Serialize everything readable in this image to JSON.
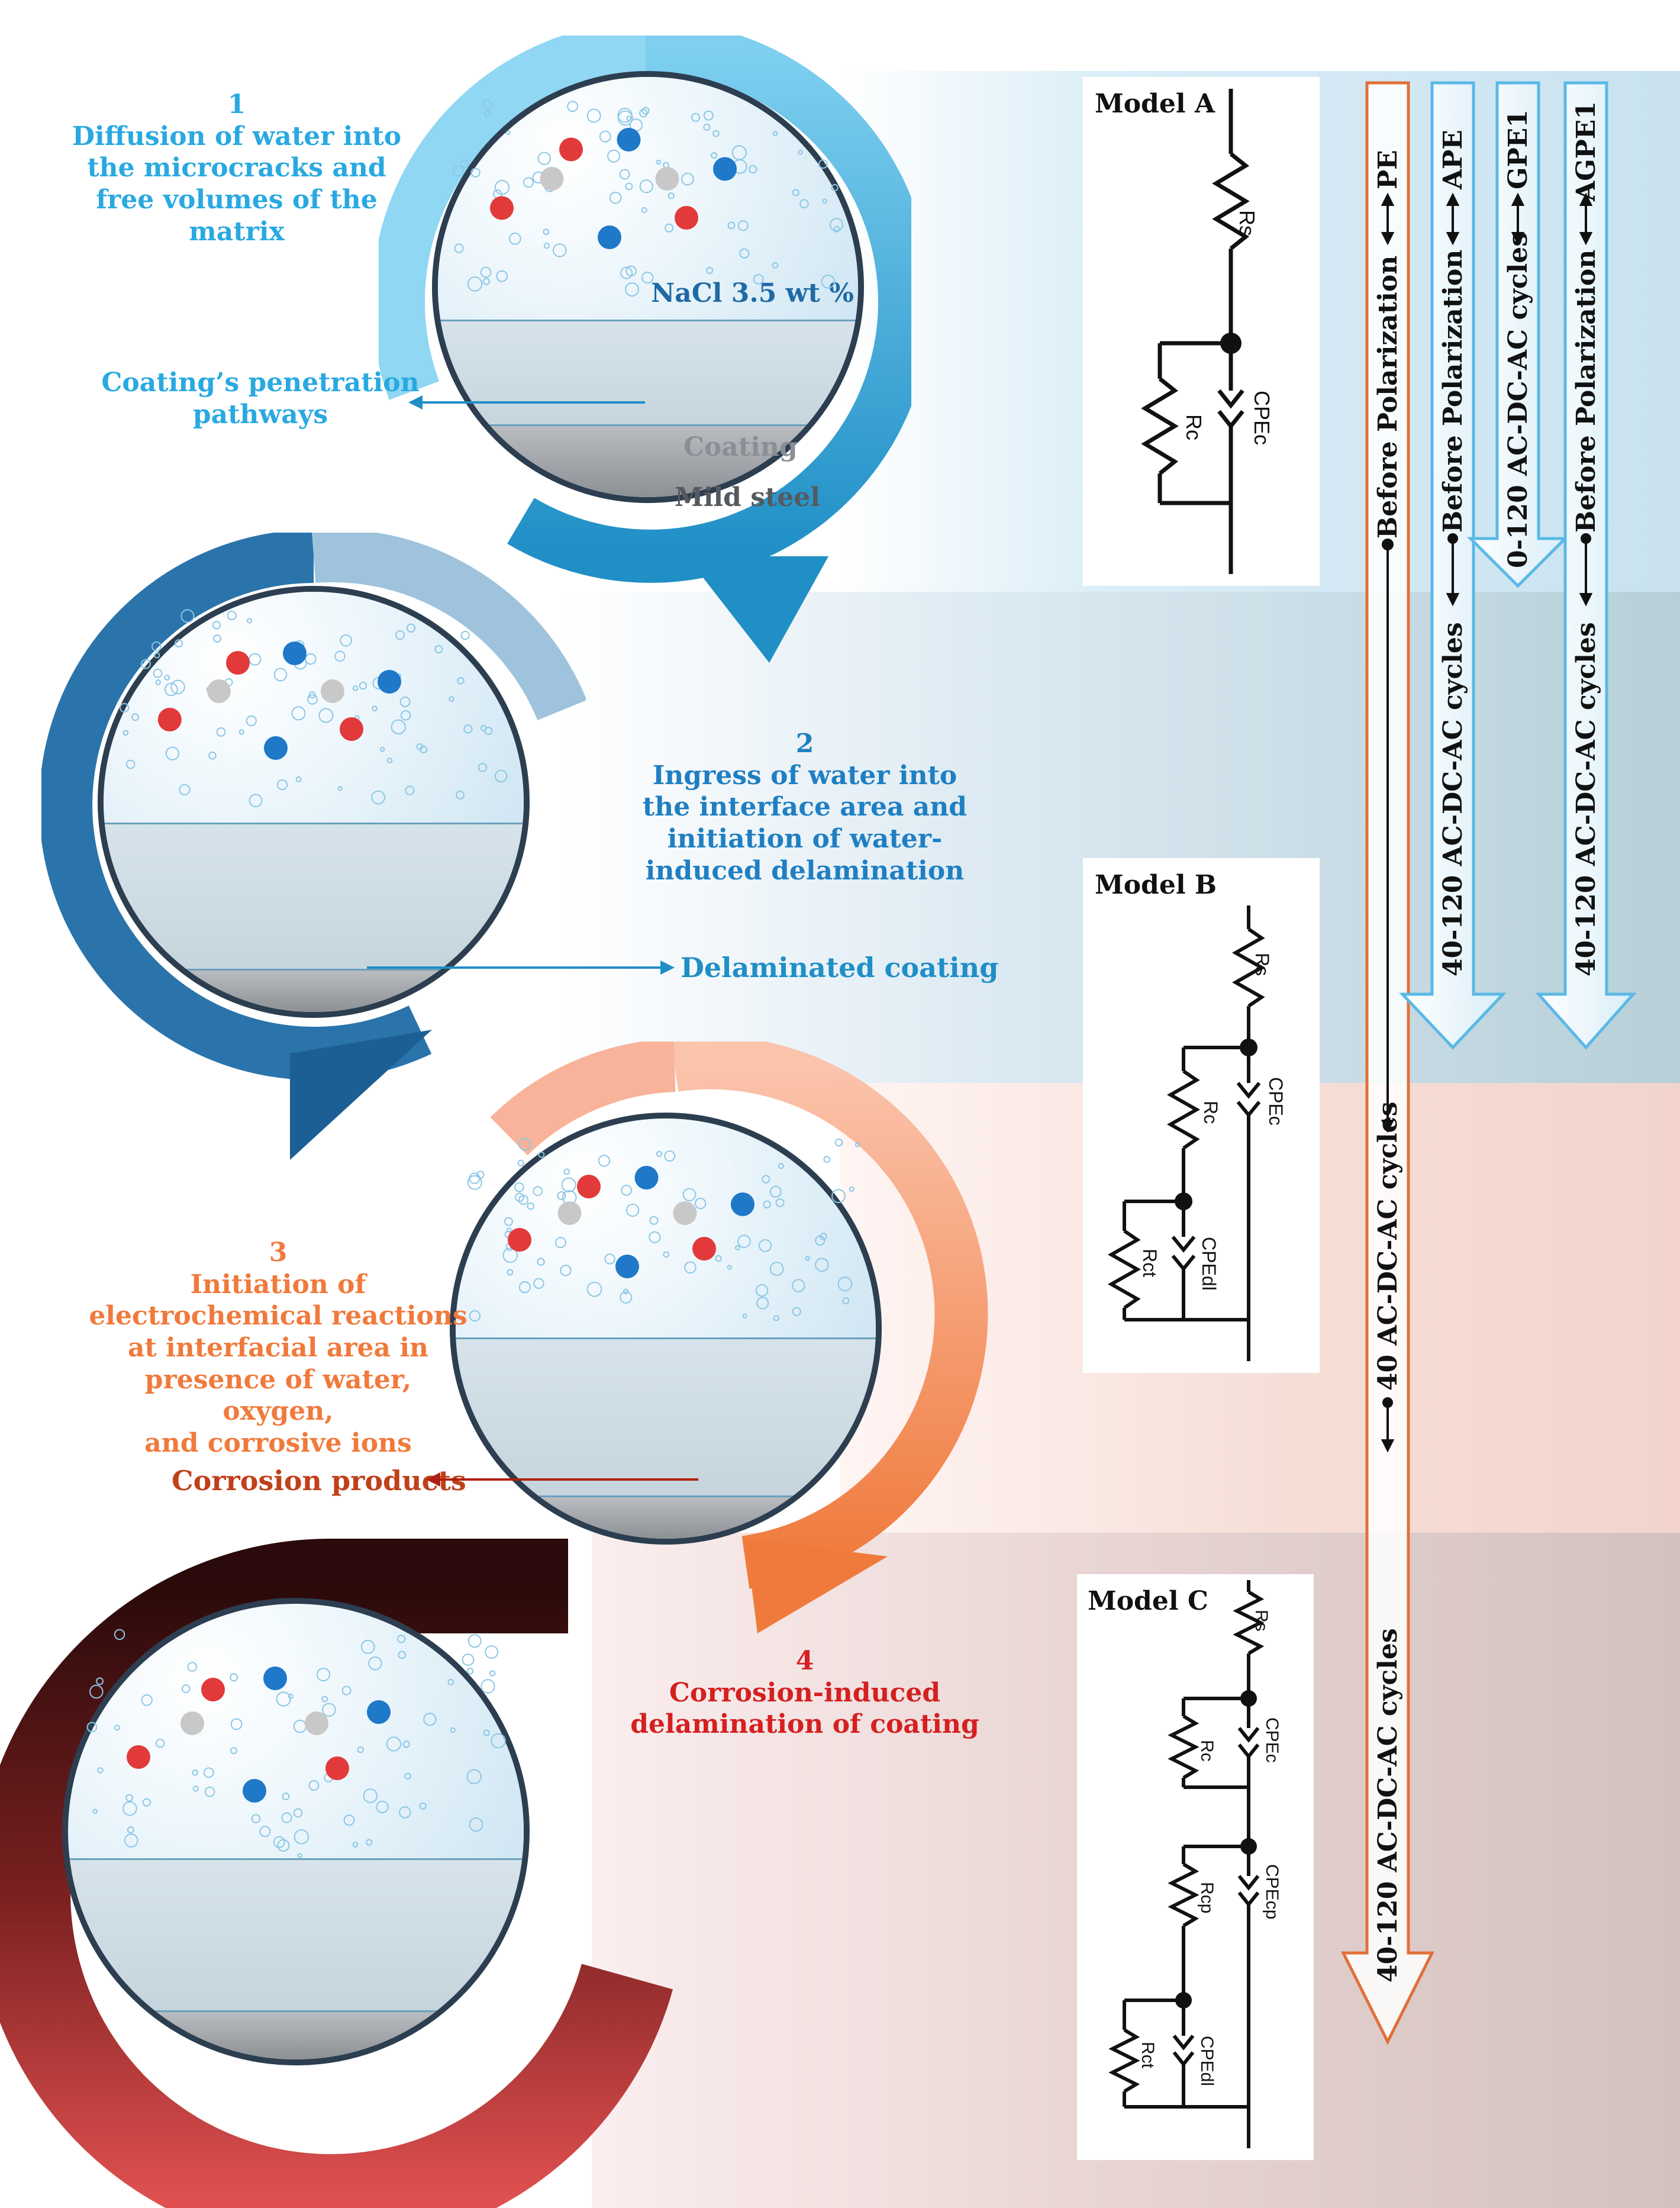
{
  "stages": [
    {
      "number": "1",
      "lines": [
        "Diffusion of water into",
        "the microcracks and",
        "free volumes of the",
        "matrix"
      ],
      "color": "#29a9e0"
    },
    {
      "number": "2",
      "lines": [
        "Ingress of water into",
        "the interface area and",
        "initiation of water-",
        "induced delamination"
      ],
      "color": "#1f7fc2"
    },
    {
      "number": "3",
      "lines": [
        "Initiation of",
        "electrochemical reactions",
        "at interfacial area in",
        "presence of water, oxygen,",
        "and corrosive ions"
      ],
      "color": "#f07a3c"
    },
    {
      "number": "4",
      "lines": [
        "Corrosion-induced",
        "delamination of coating"
      ],
      "color": "#d42020"
    }
  ],
  "callouts": {
    "electrolyte": "NaCl 3.5 wt %",
    "coating": "Coating",
    "steel": "Mild steel",
    "pathways": [
      "Coating’s penetration",
      "pathways"
    ],
    "delaminated": "Delaminated coating",
    "corrosion_products": "Corrosion products"
  },
  "models": {
    "a": {
      "title": "Model A",
      "elements": [
        "Rs",
        "Rc",
        "CPEc"
      ]
    },
    "b": {
      "title": "Model B",
      "elements": [
        "Rs",
        "Rc",
        "CPEc",
        "Rct",
        "CPEdl"
      ]
    },
    "c": {
      "title": "Model C",
      "elements": [
        "Rs",
        "Rc",
        "CPEc",
        "Rcp",
        "CPEcp",
        "Rct",
        "CPEdl"
      ]
    }
  },
  "samples": {
    "pe": {
      "name": "PE",
      "before": "Before Polarization",
      "phase1": "40 AC-DC-AC cycles",
      "phase2": "40-120 AC-DC-AC cycles"
    },
    "ape": {
      "name": "APE",
      "before": "Before Polarization",
      "phase1": "40-120 AC-DC-AC cycles"
    },
    "gpe1": {
      "name": "GPE1",
      "before": "0-120 AC-DC-AC cycles"
    },
    "agpe1": {
      "name": "AGPE1",
      "before": "Before Polarization",
      "phase1": "40-120 AC-DC-AC cycles"
    }
  },
  "colors": {
    "blue_band": "#cfe4f1",
    "slate_band": "#b4cdd6",
    "peach_band": "#f6ddd7",
    "taupe_band": "#d8c6c3",
    "orange_arrow": "#e07038",
    "blue_arrow": "#5ab9e6",
    "dark_ring": "#3a1414",
    "red_ring": "#e05050"
  }
}
